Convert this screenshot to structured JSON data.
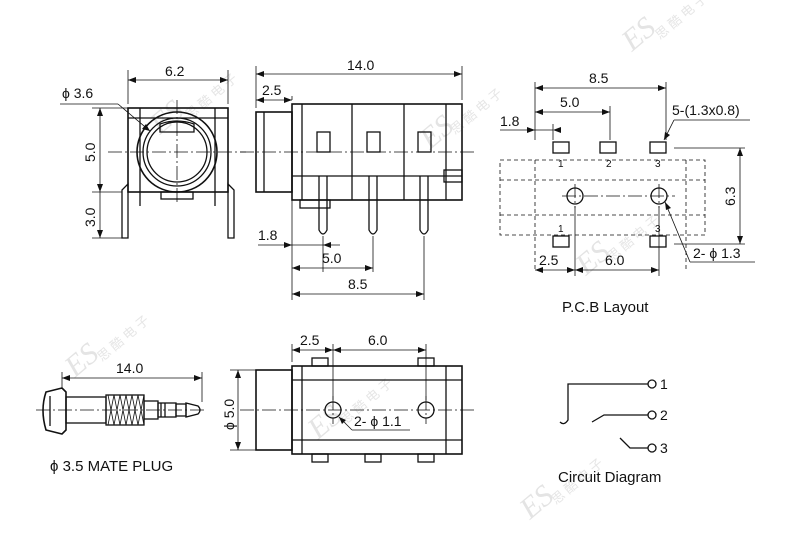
{
  "watermark": {
    "logo": "ES",
    "text": "思 酷 电 子"
  },
  "front_view": {
    "width": "6.2",
    "diameter": "ϕ 3.6",
    "height": "5.0",
    "pin_length": "3.0"
  },
  "side_view": {
    "length": "14.0",
    "offset": "2.5",
    "pin_offset": "1.8",
    "pitch": "5.0",
    "span": "8.5"
  },
  "pcb_layout": {
    "span": "8.5",
    "pitch": "5.0",
    "pad_size": "5-(1.3x0.8)",
    "offset": "1.8",
    "pad_labels": [
      "1",
      "2",
      "3"
    ],
    "lower_labels": [
      "1",
      "3"
    ],
    "height": "6.3",
    "offset2": "2.5",
    "hole_pitch": "6.0",
    "holes": "2- ϕ 1.3",
    "caption": "P.C.B Layout"
  },
  "bottom_view": {
    "offset": "2.5",
    "hole_pitch": "6.0",
    "diameter": "ϕ 5.0",
    "holes": "2- ϕ 1.1"
  },
  "mate_plug": {
    "length": "14.0",
    "caption": "ϕ 3.5 MATE PLUG"
  },
  "circuit": {
    "pins": [
      "1",
      "2",
      "3"
    ],
    "caption": "Circuit Diagram"
  }
}
